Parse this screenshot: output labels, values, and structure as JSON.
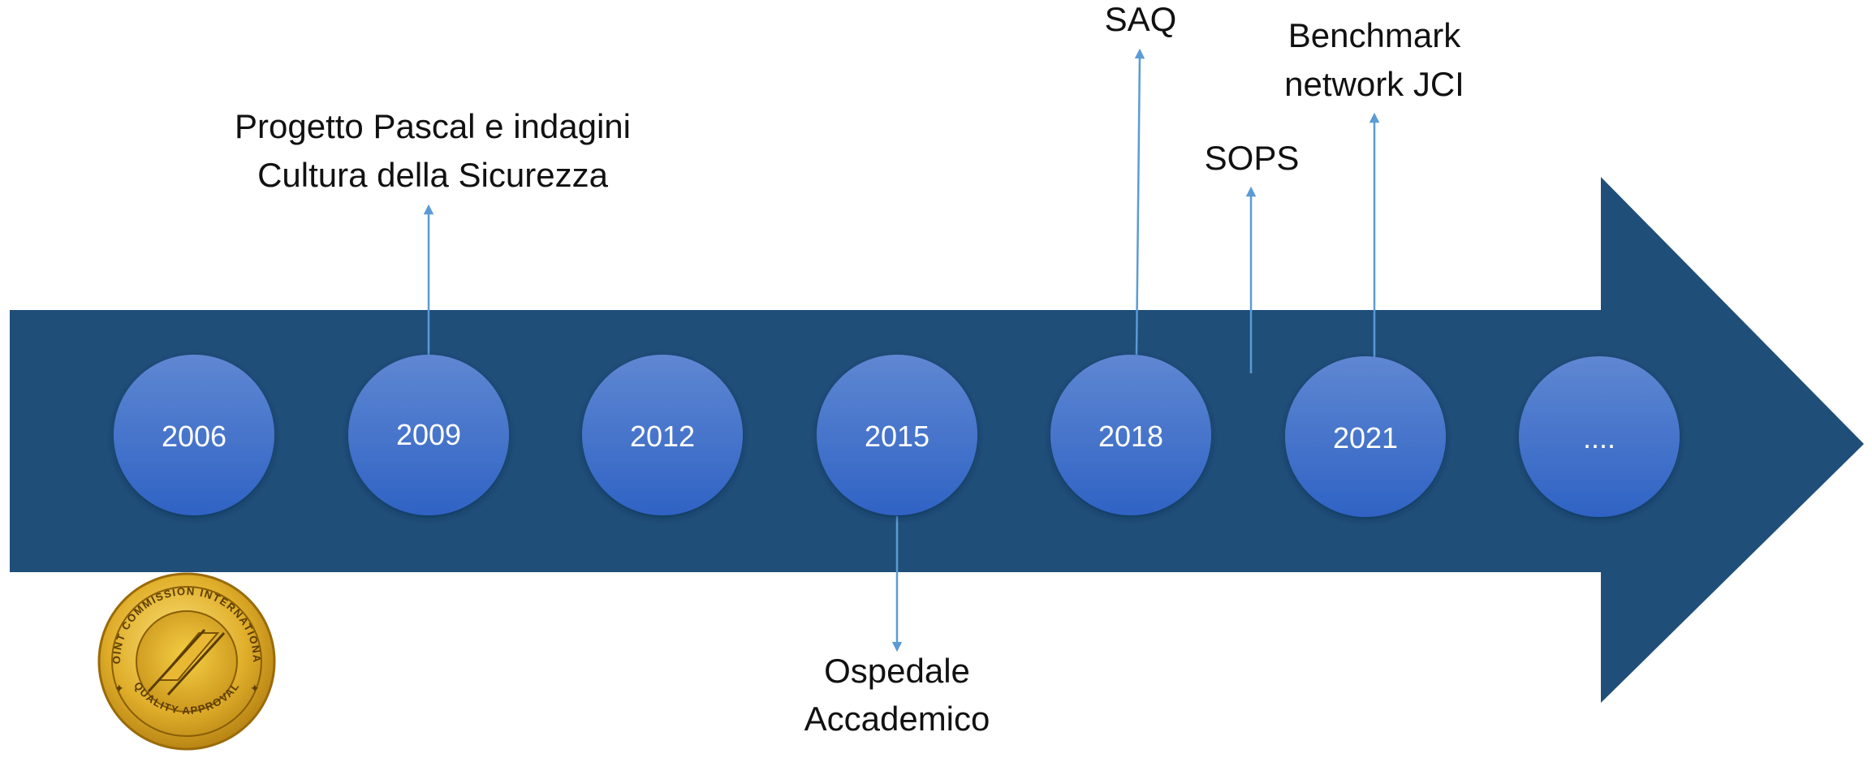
{
  "colors": {
    "arrow_band": "#1f4e79",
    "circle_top": "#5f87d2",
    "circle_bottom": "#2f63c4",
    "connector": "#5b9bd5",
    "label_text": "#111111",
    "year_text": "#ffffff",
    "seal_gold": "#d4a017"
  },
  "timeline": {
    "years": [
      "2006",
      "2009",
      "2012",
      "2015",
      "2018",
      "2021",
      "...."
    ]
  },
  "events": {
    "pascal": {
      "line1": "Progetto Pascal e indagini",
      "line2": "Cultura della Sicurezza"
    },
    "ospedale": {
      "line1": "Ospedale",
      "line2": "Accademico"
    },
    "saq": {
      "line1": "SAQ"
    },
    "sops": {
      "line1": "SOPS"
    },
    "benchmark": {
      "line1": "Benchmark",
      "line2": "network JCI"
    }
  },
  "seal": {
    "top_text": "JOINT COMMISSION INTERNATIONAL",
    "bottom_text": "QUALITY APPROVAL"
  }
}
